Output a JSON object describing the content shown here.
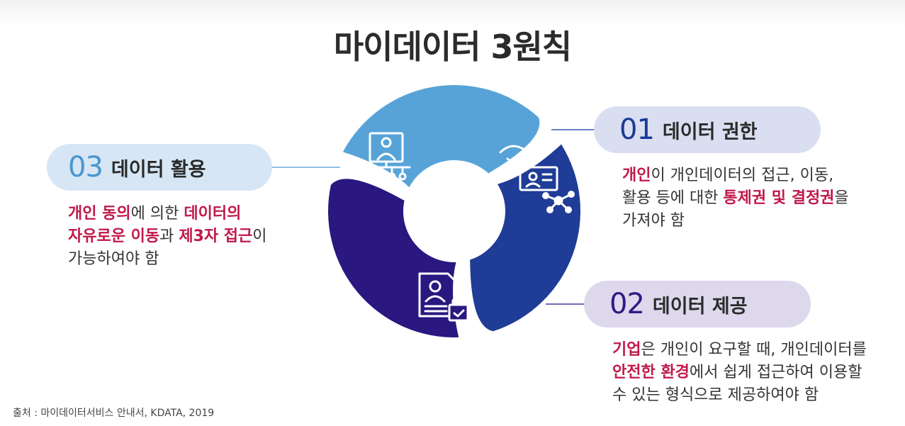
{
  "title": "마이데이터 3원칙",
  "colors": {
    "segment_01": "#1f3c96",
    "segment_02": "#2a1780",
    "segment_03": "#57a3d8",
    "highlight": "#c0194a"
  },
  "principles": [
    {
      "number": "01",
      "label": "데이터 권한",
      "lines": [
        [
          {
            "t": "개인",
            "hl": true
          },
          {
            "t": "이 개인데이터의 접근, 이동,"
          }
        ],
        [
          {
            "t": "활용 등에 대한 "
          },
          {
            "t": "통제권 및 결정권",
            "hl": true
          },
          {
            "t": "을"
          }
        ],
        [
          {
            "t": "가져야 함"
          }
        ]
      ],
      "icon": "hand-data-icon"
    },
    {
      "number": "02",
      "label": "데이터 제공",
      "lines": [
        [
          {
            "t": "기업",
            "hl": true
          },
          {
            "t": "은 개인이 요구할 때, 개인데이터를"
          }
        ],
        [
          {
            "t": "안전한 환경",
            "hl": true
          },
          {
            "t": "에서 쉽게 접근하여 이용할"
          }
        ],
        [
          {
            "t": "수 있는 형식으로 제공하여야 함"
          }
        ]
      ],
      "icon": "secure-document-icon"
    },
    {
      "number": "03",
      "label": "데이터 활용",
      "lines": [
        [
          {
            "t": "개인 동의",
            "hl": true
          },
          {
            "t": "에 의한 "
          },
          {
            "t": "데이터의",
            "hl": true
          }
        ],
        [
          {
            "t": "자유로운 이동",
            "hl": true
          },
          {
            "t": "과 "
          },
          {
            "t": "제3자 접근",
            "hl": true
          },
          {
            "t": "이"
          }
        ],
        [
          {
            "t": "가능하여야 함"
          }
        ]
      ],
      "icon": "user-network-icon"
    }
  ],
  "source": "출처 : 마이데이터서비스 안내서, KDATA, 2019"
}
